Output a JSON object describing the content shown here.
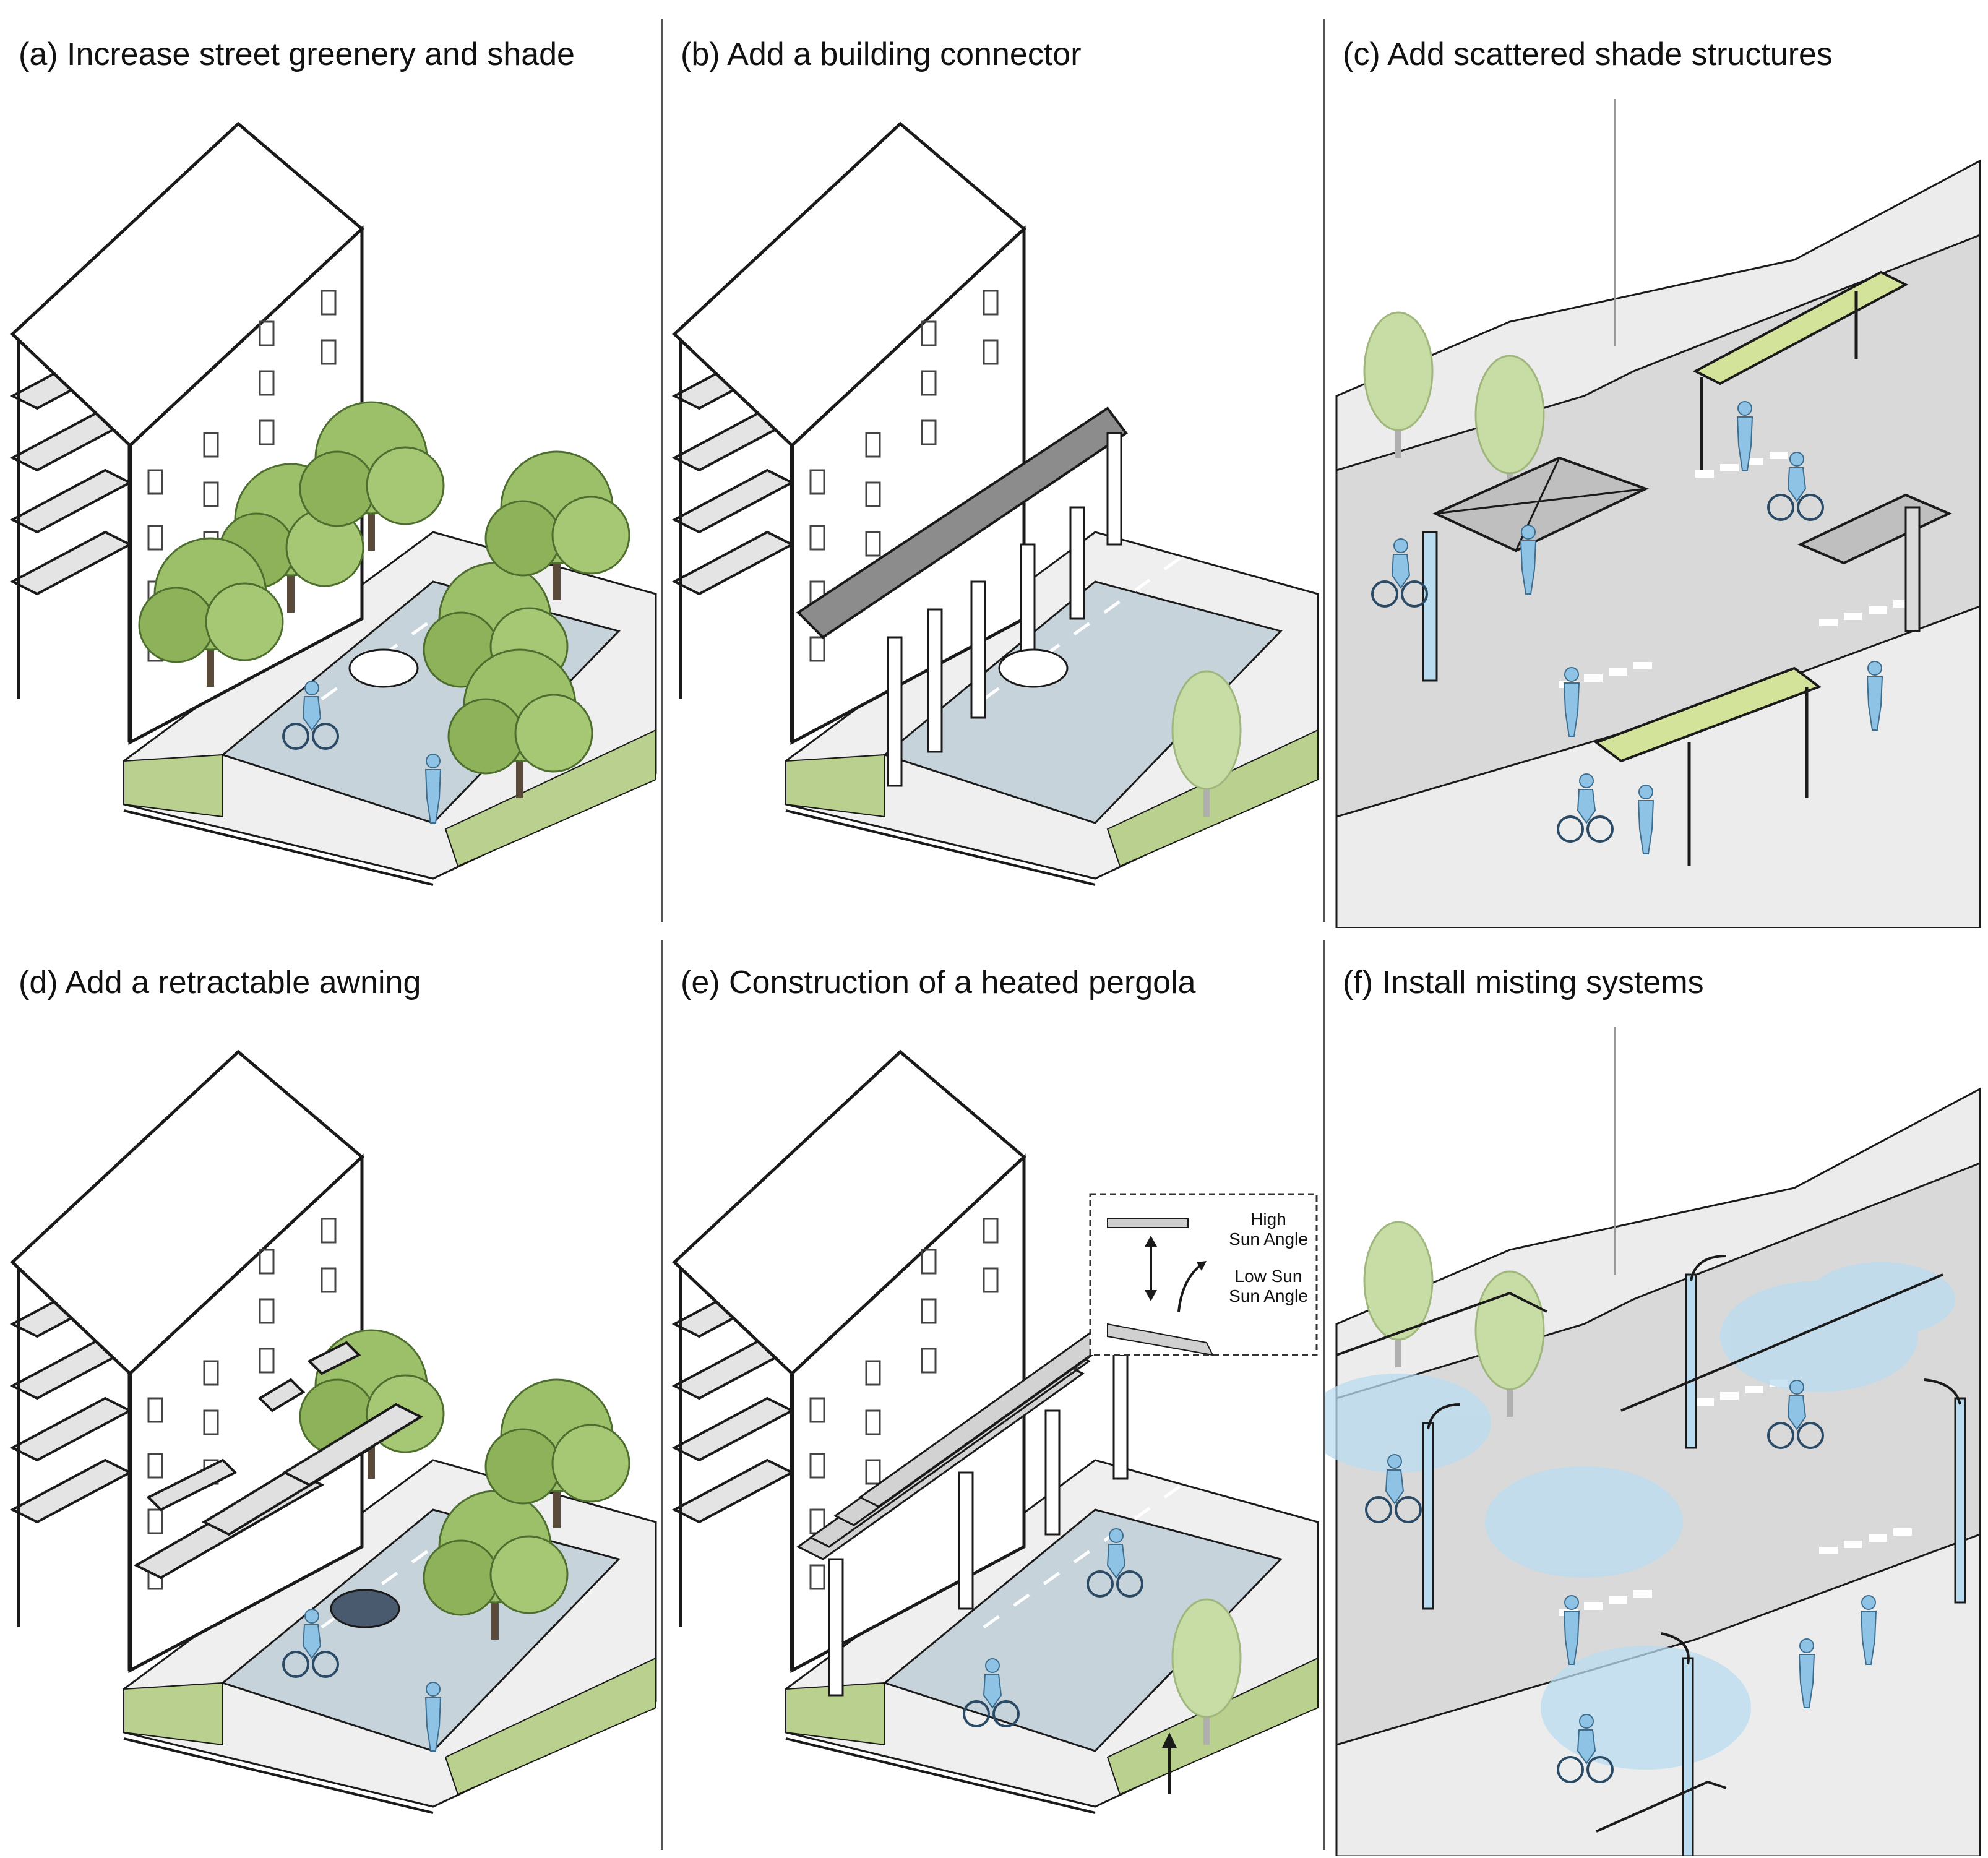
{
  "panels": [
    {
      "id": "a",
      "title": "(a) Increase street greenery and shade"
    },
    {
      "id": "b",
      "title": "(b) Add a building connector"
    },
    {
      "id": "c",
      "title": "(c) Add scattered shade structures"
    },
    {
      "id": "d",
      "title": "(d) Add a retractable awning"
    },
    {
      "id": "e",
      "title": "(e) Construction of a heated pergola",
      "inset": {
        "high_1": "High",
        "high_2": "Sun Angle",
        "low_1": "Low Sun",
        "low_2": "Sun Angle"
      }
    },
    {
      "id": "f",
      "title": "(f) Install misting systems"
    }
  ],
  "colors": {
    "tree_green": "#9cbf6a",
    "tree_dark": "#6e9a44",
    "canopy_yellow_green": "#d4e39a",
    "road_blue": "#9fb3c0",
    "person_blue": "#8fc3e6",
    "mist_blue": "#b9dcf0",
    "pavement_grey": "#e6e6e6",
    "structure_grey": "#a9a9a9",
    "outline": "#1a1a1a"
  }
}
